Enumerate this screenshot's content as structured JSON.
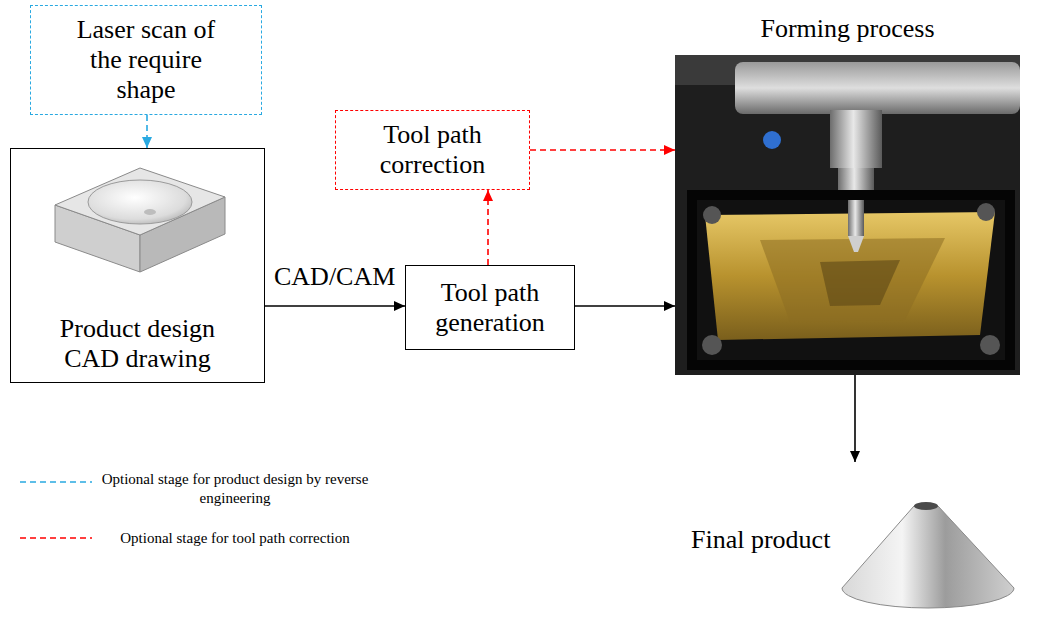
{
  "diagram": {
    "nodes": [
      {
        "text": [
          "Laser scan of the require shape"
        ]
      },
      {
        "text": [
          "Product design CAD drawing"
        ]
      },
      {
        "text": [
          "Tool path correction"
        ]
      },
      {
        "text": [
          "Tool path generation"
        ]
      },
      {
        "text": [
          "Forming process"
        ]
      },
      {
        "text": [
          "Final product"
        ]
      }
    ],
    "edges": [
      {
        "from": 0,
        "to": 1,
        "arrow": "to"
      },
      {
        "from": 1,
        "to": 3,
        "label": "CAD/CAM",
        "arrow": "to"
      },
      {
        "from": 3,
        "to": 2,
        "arrow": "to"
      },
      {
        "from": 2,
        "to": 4,
        "arrow": "to"
      },
      {
        "from": 3,
        "to": 4,
        "arrow": "to"
      },
      {
        "from": 4,
        "to": 5,
        "arrow": "to"
      }
    ],
    "legend": [
      {
        "text": "Optional stage for product design by reverse engineering"
      },
      {
        "text": "Optional stage for tool path correction"
      }
    ]
  }
}
